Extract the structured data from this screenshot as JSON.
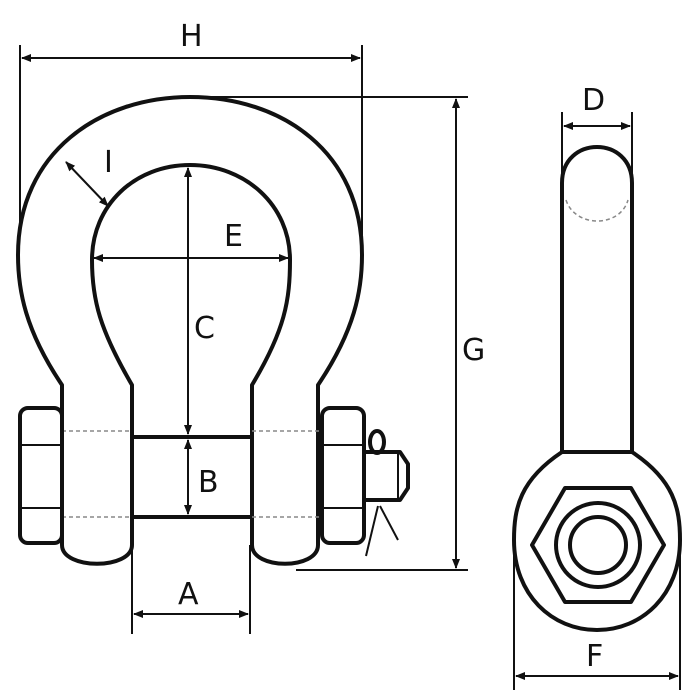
{
  "diagram": {
    "labels": {
      "H": "H",
      "I": "I",
      "E": "E",
      "C": "C",
      "B": "B",
      "A": "A",
      "G": "G",
      "D": "D",
      "F": "F"
    }
  }
}
